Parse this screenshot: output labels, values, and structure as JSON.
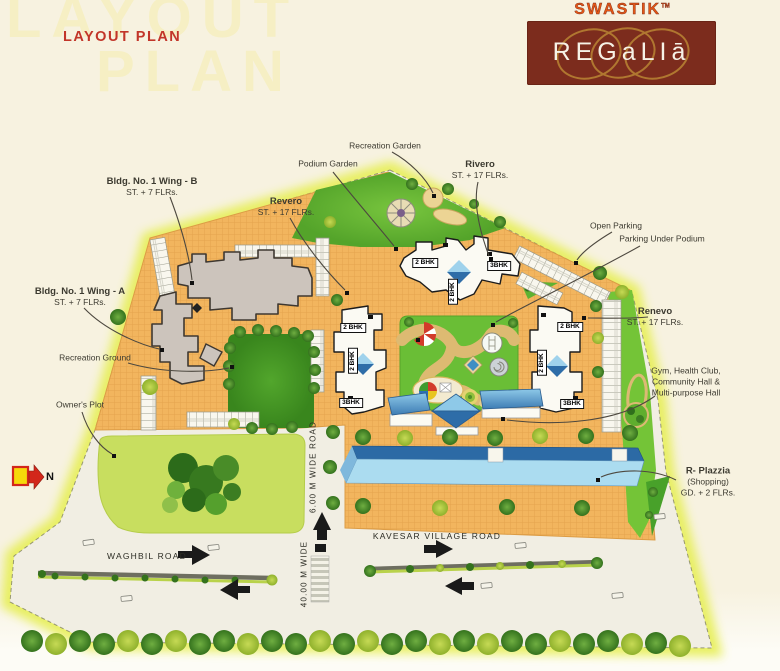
{
  "page": {
    "title_red": "LAYOUT PLAN",
    "watermark": {
      "line1": "LAYOUT",
      "line2": "PLAN"
    }
  },
  "logo": {
    "brand": "SWASTIK",
    "tm": "TM",
    "name": "REGaLIā"
  },
  "callouts": {
    "recreation_garden": {
      "text": "Recreation Garden"
    },
    "podium_garden": {
      "text": "Podium Garden"
    },
    "rivero": {
      "name": "Rivero",
      "detail": "ST. + 17 FLRs."
    },
    "wing_b": {
      "name": "Bldg. No. 1 Wing - B",
      "detail": "ST. + 7 FLRs."
    },
    "revero": {
      "name": "Revero",
      "detail": "ST. + 17 FLRs."
    },
    "open_parking": {
      "text": "Open Parking"
    },
    "parking_under_podium": {
      "text": "Parking Under Podium"
    },
    "wing_a": {
      "name": "Bldg. No. 1 Wing - A",
      "detail": "ST. + 7 FLRs."
    },
    "renevo": {
      "name": "Renevo",
      "detail": "ST. + 17 FLRs."
    },
    "recreation_ground": {
      "text": "Recreation Ground"
    },
    "gym": {
      "line1": "Gym, Health Club,",
      "line2": "Community Hall &",
      "line3": "Multi-purpose Hall"
    },
    "owners_plot": {
      "text": "Owner's Plot"
    },
    "r_plazzia": {
      "name": "R- Plazzia",
      "line2": "(Shopping)",
      "line3": "GD. + 2 FLRs."
    }
  },
  "roads": {
    "waghbil": "WAGHBIL ROAD",
    "kavesar": "KAVESAR VILLAGE ROAD",
    "vertical": "6.00 M WIDE ROAD",
    "main_width": "40.00 M WIDE"
  },
  "units": [
    {
      "text": "2 BHK"
    },
    {
      "text": "3BHK"
    },
    {
      "text": "2 BHK"
    },
    {
      "text": "2 BHK"
    },
    {
      "text": "2 BHK"
    },
    {
      "text": "3BHK"
    },
    {
      "text": "2 BHK"
    },
    {
      "text": "2 BHK"
    },
    {
      "text": "3BHK"
    }
  ],
  "compass": {
    "label": "N"
  },
  "colors": {
    "accent_red": "#c23529",
    "logo_maroon": "#7c2c1d",
    "gold": "#bd8a35",
    "podium_orange": "#f2b55e",
    "garden_green": "#63b52f",
    "roof_blue": "#2e6da8",
    "glow_yellow": "#e7ef5a"
  }
}
